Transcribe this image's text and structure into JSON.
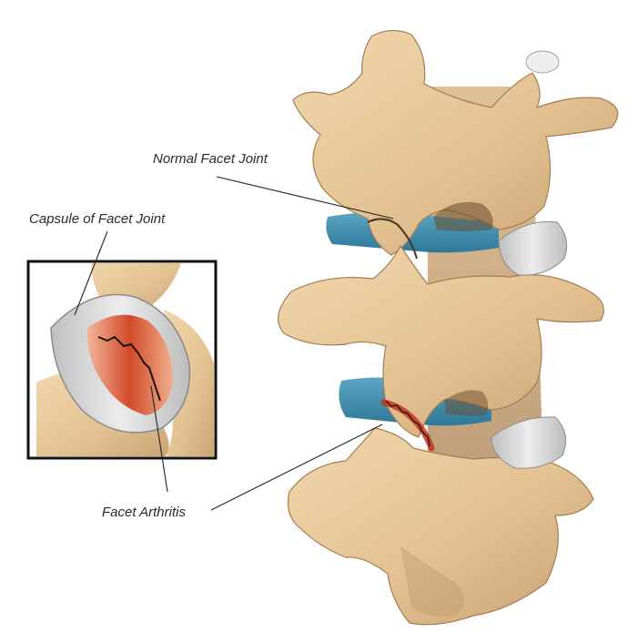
{
  "labels": {
    "normal_facet_joint": "Normal Facet Joint",
    "capsule_of_facet_joint": "Capsule of Facet Joint",
    "facet_arthritis": "Facet Arthritis"
  },
  "colors": {
    "bone": "#e6c79a",
    "bone_shadow": "#b8936a",
    "disc": "#3f8fb0",
    "capsule": "#d8d8d8",
    "inflammation": "#c8321e",
    "inset_border": "#111111"
  }
}
